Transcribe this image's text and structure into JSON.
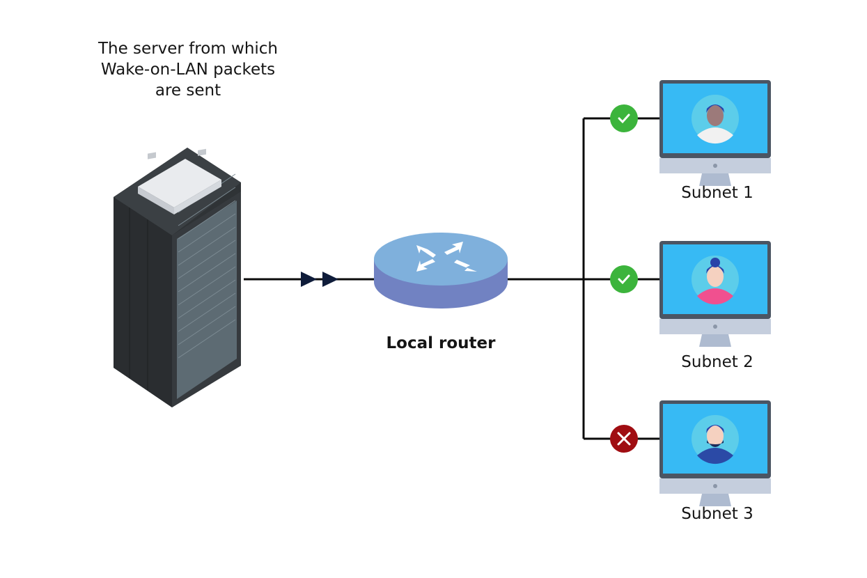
{
  "server": {
    "caption": "The server from which\nWake-on-LAN packets\nare sent",
    "icon": "server-rack-icon"
  },
  "router": {
    "label": "Local router",
    "icon": "router-icon"
  },
  "link": {
    "arrow_icon": "double-arrow-icon"
  },
  "subnets": [
    {
      "label": "Subnet 1",
      "status": "success",
      "status_icon": "check-icon",
      "avatar": "man-avatar"
    },
    {
      "label": "Subnet 2",
      "status": "success",
      "status_icon": "check-icon",
      "avatar": "woman-avatar"
    },
    {
      "label": "Subnet 3",
      "status": "failure",
      "status_icon": "x-icon",
      "avatar": "bearded-man-avatar"
    }
  ],
  "colors": {
    "line": "#0b0b0b",
    "arrow": "#0f1c3a",
    "success": "#3cb43c",
    "failure": "#a00d12",
    "router_top": "#7fb0dc",
    "router_side": "#7182c2",
    "screen": "#37baf4",
    "monitor_frame": "#4b5563",
    "monitor_base": "#c5cedd"
  }
}
